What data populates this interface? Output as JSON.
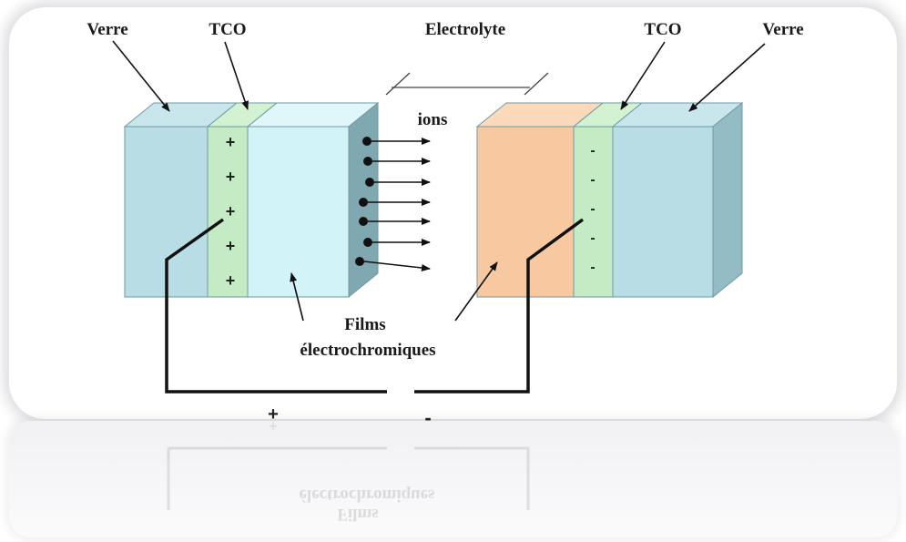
{
  "labels": {
    "verre_left": "Verre",
    "tco_left": "TCO",
    "electrolyte": "Electrolyte",
    "tco_right": "TCO",
    "verre_right": "Verre",
    "ions": "ions",
    "films_line1": "Films",
    "films_line2": "électrochromiques",
    "terminal_plus": "+",
    "terminal_minus": "-"
  },
  "charges": {
    "left": [
      "+",
      "+",
      "+",
      "+",
      "+"
    ],
    "right": [
      "-",
      "-",
      "-",
      "-",
      "-"
    ]
  },
  "ion_count": 7,
  "colors": {
    "glass": "#b8dde5",
    "glass_top": "#c9e6ec",
    "glass_side": "#93bcc5",
    "tco": "#c4ebc4",
    "film_left": "#d2f3f8",
    "film_right": "#f8c9a0",
    "electrolyte_side": "#7fa8b0",
    "outline": "#6f9aa3"
  }
}
